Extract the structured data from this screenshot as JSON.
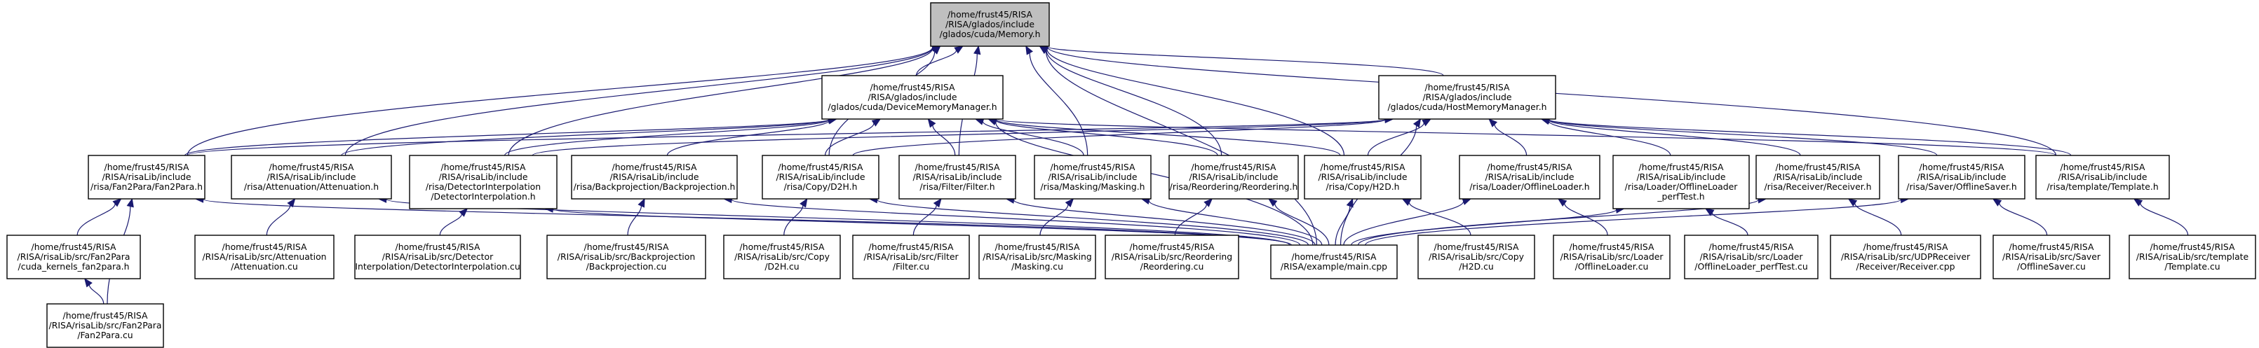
{
  "graph": {
    "edge_color": "#191970",
    "root_fill": "#bfbfbf",
    "nodes": [
      {
        "id": "memory",
        "lines": [
          "/home/frust45/RISA",
          "/RISA/glados/include",
          "/glados/cuda/Memory.h"
        ],
        "root": true
      },
      {
        "id": "devmem",
        "lines": [
          "/home/frust45/RISA",
          "/RISA/glados/include",
          "/glados/cuda/DeviceMemoryManager.h"
        ]
      },
      {
        "id": "hostmem",
        "lines": [
          "/home/frust45/RISA",
          "/RISA/glados/include",
          "/glados/cuda/HostMemoryManager.h"
        ]
      },
      {
        "id": "fan2para_h",
        "lines": [
          "/home/frust45/RISA",
          "/RISA/risaLib/include",
          "/risa/Fan2Para/Fan2Para.h"
        ]
      },
      {
        "id": "atten_h",
        "lines": [
          "/home/frust45/RISA",
          "/RISA/risaLib/include",
          "/risa/Attenuation/Attenuation.h"
        ]
      },
      {
        "id": "detint_h",
        "lines": [
          "/home/frust45/RISA",
          "/RISA/risaLib/include",
          "/risa/DetectorInterpolation",
          "/DetectorInterpolation.h"
        ]
      },
      {
        "id": "backproj_h",
        "lines": [
          "/home/frust45/RISA",
          "/RISA/risaLib/include",
          "/risa/Backprojection/Backprojection.h"
        ]
      },
      {
        "id": "d2h_h",
        "lines": [
          "/home/frust45/RISA",
          "/RISA/risaLib/include",
          "/risa/Copy/D2H.h"
        ]
      },
      {
        "id": "filter_h",
        "lines": [
          "/home/frust45/RISA",
          "/RISA/risaLib/include",
          "/risa/Filter/Filter.h"
        ]
      },
      {
        "id": "masking_h",
        "lines": [
          "/home/frust45/RISA",
          "/RISA/risaLib/include",
          "/risa/Masking/Masking.h"
        ]
      },
      {
        "id": "reorder_h",
        "lines": [
          "/home/frust45/RISA",
          "/RISA/risaLib/include",
          "/risa/Reordering/Reordering.h"
        ]
      },
      {
        "id": "h2d_h",
        "lines": [
          "/home/frust45/RISA",
          "/RISA/risaLib/include",
          "/risa/Copy/H2D.h"
        ]
      },
      {
        "id": "offline_h",
        "lines": [
          "/home/frust45/RISA",
          "/RISA/risaLib/include",
          "/risa/Loader/OfflineLoader.h"
        ]
      },
      {
        "id": "offperf_h",
        "lines": [
          "/home/frust45/RISA",
          "/RISA/risaLib/include",
          "/risa/Loader/OfflineLoader",
          "_perfTest.h"
        ]
      },
      {
        "id": "receiver_h",
        "lines": [
          "/home/frust45/RISA",
          "/RISA/risaLib/include",
          "/risa/Receiver/Receiver.h"
        ]
      },
      {
        "id": "saver_h",
        "lines": [
          "/home/frust45/RISA",
          "/RISA/risaLib/include",
          "/risa/Saver/OfflineSaver.h"
        ]
      },
      {
        "id": "template_h",
        "lines": [
          "/home/frust45/RISA",
          "/RISA/risaLib/include",
          "/risa/template/Template.h"
        ]
      },
      {
        "id": "kernels_cu",
        "lines": [
          "/home/frust45/RISA",
          "/RISA/risaLib/src/Fan2Para",
          "/cuda_kernels_fan2para.h"
        ]
      },
      {
        "id": "fan2para_cu",
        "lines": [
          "/home/frust45/RISA",
          "/RISA/risaLib/src/Fan2Para",
          "/Fan2Para.cu"
        ]
      },
      {
        "id": "atten_cu",
        "lines": [
          "/home/frust45/RISA",
          "/RISA/risaLib/src/Attenuation",
          "/Attenuation.cu"
        ]
      },
      {
        "id": "detint_cu",
        "lines": [
          "/home/frust45/RISA",
          "/RISA/risaLib/src/Detector",
          "Interpolation/DetectorInterpolation.cu"
        ]
      },
      {
        "id": "backproj_cu",
        "lines": [
          "/home/frust45/RISA",
          "/RISA/risaLib/src/Backprojection",
          "/Backprojection.cu"
        ]
      },
      {
        "id": "d2h_cu",
        "lines": [
          "/home/frust45/RISA",
          "/RISA/risaLib/src/Copy",
          "/D2H.cu"
        ]
      },
      {
        "id": "filter_cu",
        "lines": [
          "/home/frust45/RISA",
          "/RISA/risaLib/src/Filter",
          "/Filter.cu"
        ]
      },
      {
        "id": "masking_cu",
        "lines": [
          "/home/frust45/RISA",
          "/RISA/risaLib/src/Masking",
          "/Masking.cu"
        ]
      },
      {
        "id": "reorder_cu",
        "lines": [
          "/home/frust45/RISA",
          "/RISA/risaLib/src/Reordering",
          "/Reordering.cu"
        ]
      },
      {
        "id": "main_cpp",
        "lines": [
          "/home/frust45/RISA",
          "/RISA/example/main.cpp"
        ]
      },
      {
        "id": "h2d_cu",
        "lines": [
          "/home/frust45/RISA",
          "/RISA/risaLib/src/Copy",
          "/H2D.cu"
        ]
      },
      {
        "id": "offline_cu",
        "lines": [
          "/home/frust45/RISA",
          "/RISA/risaLib/src/Loader",
          "/OfflineLoader.cu"
        ]
      },
      {
        "id": "offperf_cu",
        "lines": [
          "/home/frust45/RISA",
          "/RISA/risaLib/src/Loader",
          "/OfflineLoader_perfTest.cu"
        ]
      },
      {
        "id": "receiver_cpp",
        "lines": [
          "/home/frust45/RISA",
          "/RISA/risaLib/src/UDPReceiver",
          "/Receiver/Receiver.cpp"
        ]
      },
      {
        "id": "saver_cu",
        "lines": [
          "/home/frust45/RISA",
          "/RISA/risaLib/src/Saver",
          "/OfflineSaver.cu"
        ]
      },
      {
        "id": "template_cu",
        "lines": [
          "/home/frust45/RISA",
          "/RISA/risaLib/src/template",
          "/Template.cu"
        ]
      }
    ],
    "edges": [
      {
        "from": "memory",
        "to": "devmem"
      },
      {
        "from": "memory",
        "to": "hostmem"
      },
      {
        "from": "memory",
        "to": "fan2para_h"
      },
      {
        "from": "memory",
        "to": "atten_h"
      },
      {
        "from": "memory",
        "to": "detint_h"
      },
      {
        "from": "memory",
        "to": "d2h_h"
      },
      {
        "from": "memory",
        "to": "filter_h"
      },
      {
        "from": "memory",
        "to": "masking_h"
      },
      {
        "from": "memory",
        "to": "reorder_h"
      },
      {
        "from": "memory",
        "to": "h2d_h"
      },
      {
        "from": "memory",
        "to": "template_h"
      },
      {
        "from": "memory",
        "to": "main_cpp"
      },
      {
        "from": "devmem",
        "to": "fan2para_h"
      },
      {
        "from": "devmem",
        "to": "atten_h"
      },
      {
        "from": "devmem",
        "to": "detint_h"
      },
      {
        "from": "devmem",
        "to": "backproj_h"
      },
      {
        "from": "devmem",
        "to": "d2h_h"
      },
      {
        "from": "devmem",
        "to": "filter_h"
      },
      {
        "from": "devmem",
        "to": "masking_h"
      },
      {
        "from": "devmem",
        "to": "reorder_h"
      },
      {
        "from": "devmem",
        "to": "h2d_h"
      },
      {
        "from": "devmem",
        "to": "template_h"
      },
      {
        "from": "devmem",
        "to": "main_cpp"
      },
      {
        "from": "hostmem",
        "to": "fan2para_h"
      },
      {
        "from": "hostmem",
        "to": "detint_h"
      },
      {
        "from": "hostmem",
        "to": "d2h_h"
      },
      {
        "from": "hostmem",
        "to": "h2d_h"
      },
      {
        "from": "hostmem",
        "to": "offline_h"
      },
      {
        "from": "hostmem",
        "to": "offperf_h"
      },
      {
        "from": "hostmem",
        "to": "receiver_h"
      },
      {
        "from": "hostmem",
        "to": "saver_h"
      },
      {
        "from": "hostmem",
        "to": "template_h"
      },
      {
        "from": "hostmem",
        "to": "main_cpp"
      },
      {
        "from": "fan2para_h",
        "to": "kernels_cu"
      },
      {
        "from": "fan2para_h",
        "to": "fan2para_cu"
      },
      {
        "from": "fan2para_h",
        "to": "main_cpp"
      },
      {
        "from": "kernels_cu",
        "to": "fan2para_cu"
      },
      {
        "from": "atten_h",
        "to": "atten_cu"
      },
      {
        "from": "atten_h",
        "to": "main_cpp"
      },
      {
        "from": "detint_h",
        "to": "detint_cu"
      },
      {
        "from": "detint_h",
        "to": "main_cpp"
      },
      {
        "from": "backproj_h",
        "to": "backproj_cu"
      },
      {
        "from": "backproj_h",
        "to": "main_cpp"
      },
      {
        "from": "d2h_h",
        "to": "d2h_cu"
      },
      {
        "from": "d2h_h",
        "to": "main_cpp"
      },
      {
        "from": "filter_h",
        "to": "filter_cu"
      },
      {
        "from": "filter_h",
        "to": "main_cpp"
      },
      {
        "from": "masking_h",
        "to": "masking_cu"
      },
      {
        "from": "masking_h",
        "to": "main_cpp"
      },
      {
        "from": "reorder_h",
        "to": "reorder_cu"
      },
      {
        "from": "reorder_h",
        "to": "main_cpp"
      },
      {
        "from": "h2d_h",
        "to": "h2d_cu"
      },
      {
        "from": "h2d_h",
        "to": "main_cpp"
      },
      {
        "from": "offline_h",
        "to": "offline_cu"
      },
      {
        "from": "offline_h",
        "to": "main_cpp"
      },
      {
        "from": "offperf_h",
        "to": "offperf_cu"
      },
      {
        "from": "offperf_h",
        "to": "main_cpp"
      },
      {
        "from": "receiver_h",
        "to": "receiver_cpp"
      },
      {
        "from": "receiver_h",
        "to": "main_cpp"
      },
      {
        "from": "saver_h",
        "to": "saver_cu"
      },
      {
        "from": "saver_h",
        "to": "main_cpp"
      },
      {
        "from": "template_h",
        "to": "template_cu"
      }
    ]
  }
}
